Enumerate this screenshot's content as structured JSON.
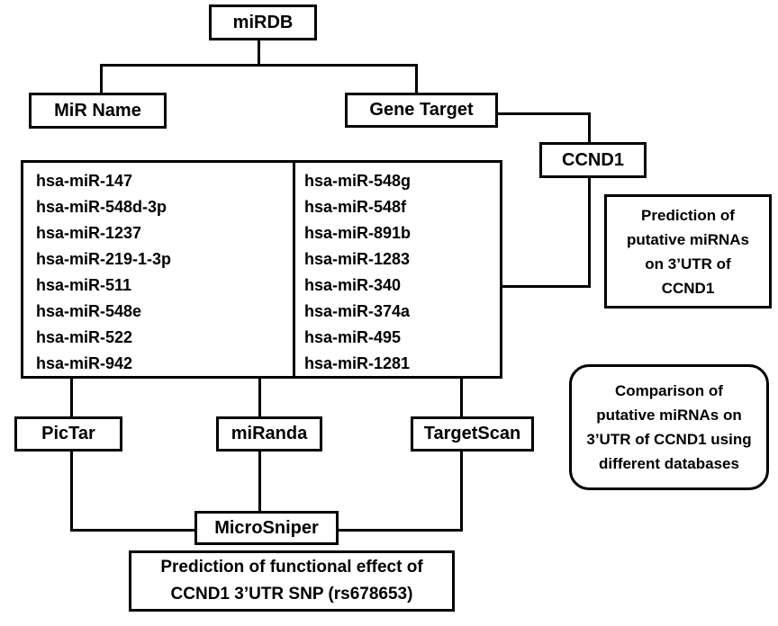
{
  "diagram": {
    "nodes": {
      "mirdb": "miRDB",
      "mir_name": "MiR Name",
      "gene_target": "Gene Target",
      "ccnd1": "CCND1",
      "pictar": "PicTar",
      "miranda": "miRanda",
      "targetscan": "TargetScan",
      "microsniper": "MicroSniper"
    },
    "mirna_list": {
      "left": [
        "hsa-miR-147",
        "hsa-miR-548d-3p",
        "hsa-miR-1237",
        "hsa-miR-219-1-3p",
        "hsa-miR-511",
        "hsa-miR-548e",
        "hsa-miR-522",
        "hsa-miR-942"
      ],
      "right": [
        "hsa-miR-548g",
        "hsa-miR-548f",
        "hsa-miR-891b",
        "hsa-miR-1283",
        "hsa-miR-340",
        "hsa-miR-374a",
        "hsa-miR-495",
        "hsa-miR-1281"
      ]
    },
    "annotations": {
      "prediction_utr": "Prediction of\nputative miRNAs\non 3’UTR of\nCCND1",
      "comparison": "Comparison of\nputative miRNAs on\n3’UTR of CCND1 using\ndifferent  databases",
      "functional_effect": "Prediction of functional effect of\nCCND1 3’UTR SNP (rs678653)"
    },
    "colors": {
      "line": "#000000",
      "background": "#ffffff",
      "text": "#000000"
    }
  }
}
